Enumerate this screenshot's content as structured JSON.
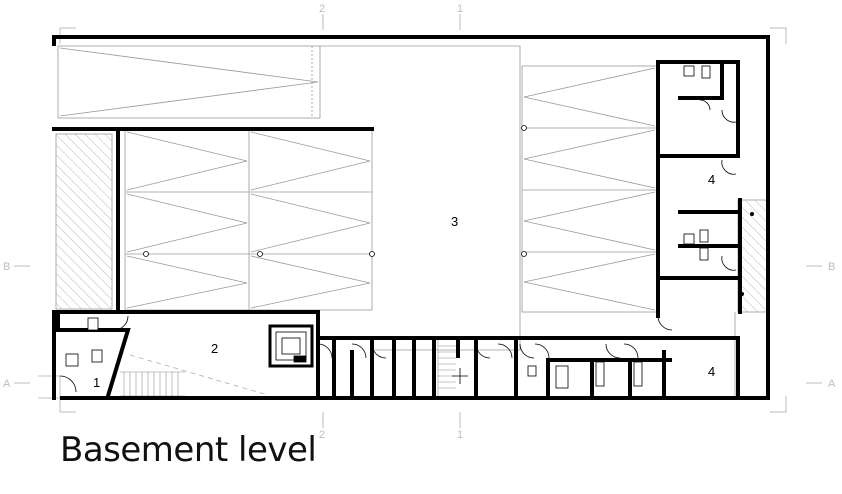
{
  "caption": "Basement level",
  "rooms": {
    "r1": "1",
    "r2": "2",
    "r3": "3",
    "r4_upper": "4",
    "r4_lower": "4"
  },
  "axes": {
    "top_2": "2",
    "top_1": "1",
    "bottom_2": "2",
    "bottom_1": "1",
    "left_B": "B",
    "left_A": "A",
    "right_B": "B",
    "right_A": "A"
  },
  "colors": {
    "wall": "#000000",
    "thin_line": "#9a9a9a",
    "hatch": "#b8b8b8",
    "axis": "#bdbdbd"
  }
}
